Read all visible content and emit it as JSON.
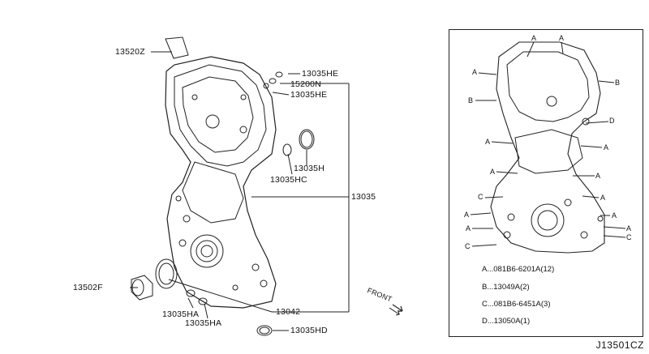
{
  "diagram": {
    "code": "J13501CZ",
    "front_label": "FRONT",
    "callouts": [
      {
        "id": "c1",
        "text": "13520Z"
      },
      {
        "id": "c2",
        "text": "13035HE"
      },
      {
        "id": "c3",
        "text": "15200N"
      },
      {
        "id": "c4",
        "text": "13035HE"
      },
      {
        "id": "c5",
        "text": "13035H"
      },
      {
        "id": "c6",
        "text": "13035HC"
      },
      {
        "id": "c7",
        "text": "13035"
      },
      {
        "id": "c8",
        "text": "13502F"
      },
      {
        "id": "c9",
        "text": "13035HA"
      },
      {
        "id": "c10",
        "text": "13035HA"
      },
      {
        "id": "c11",
        "text": "13042"
      },
      {
        "id": "c12",
        "text": "13035HD"
      }
    ],
    "inset": {
      "markers": [
        "A",
        "A",
        "A",
        "B",
        "B",
        "A",
        "D",
        "A",
        "A",
        "A",
        "A",
        "C",
        "A",
        "A",
        "A",
        "A",
        "C",
        "C"
      ],
      "legend": [
        {
          "key": "A",
          "text": "A...081B6-6201A(12)"
        },
        {
          "key": "B",
          "text": "B...13049A(2)"
        },
        {
          "key": "C",
          "text": "C...081B6-6451A(3)"
        },
        {
          "key": "D",
          "text": "D...13050A(1)"
        }
      ]
    }
  }
}
